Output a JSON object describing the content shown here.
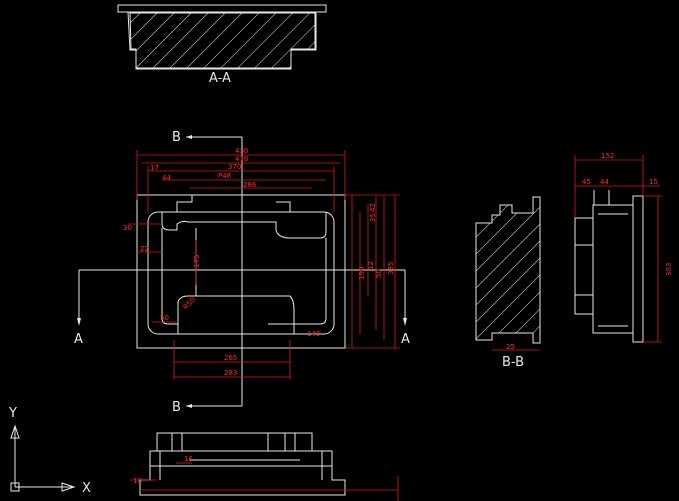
{
  "section_labels": {
    "aa": "A-A",
    "bb": "B-B"
  },
  "cut_markers": {
    "a_left": "A",
    "a_right": "A",
    "b_top": "B",
    "b_bottom": "B"
  },
  "axes": {
    "x": "X",
    "y": "Y"
  },
  "dimensions": {
    "d430": "430",
    "d416": "416",
    "d370": "370",
    "dP48": "P48",
    "d286": "286",
    "d17": "17",
    "d44": "44",
    "d30": "30",
    "d22": "22",
    "d175": "175",
    "dR50": "R50",
    "d50": "50",
    "d140": "140",
    "d265": "265",
    "d283": "283",
    "d42": "42",
    "d35": "35",
    "d190": "190",
    "d12": "12",
    "d50b": "50",
    "d385": "385",
    "d152": "152",
    "d45": "45",
    "d44b": "44",
    "d15": "15",
    "d303": "303",
    "d25": "25",
    "d16": "16",
    "d10": "10"
  },
  "colors": {
    "line": "#e8e8e8",
    "dimension": "#e01818",
    "background": "#000000"
  }
}
